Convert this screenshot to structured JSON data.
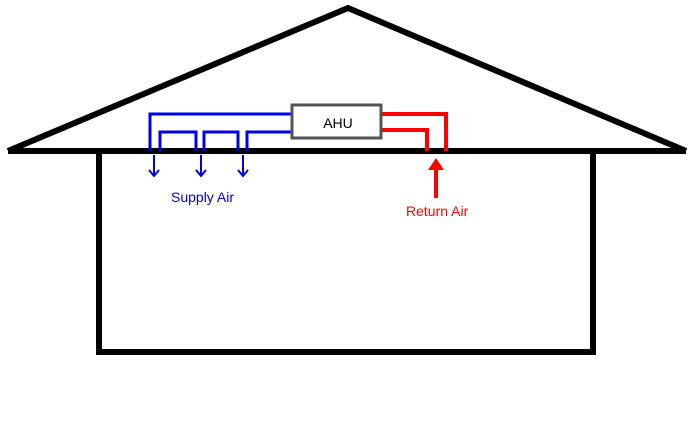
{
  "diagram": {
    "ahu_label": "AHU",
    "supply_label": "Supply Air",
    "return_label": "Return Air"
  },
  "colors": {
    "structure": "#000000",
    "ahu_border": "#555555",
    "supply": "#0000e6",
    "return": "#ff0000"
  }
}
